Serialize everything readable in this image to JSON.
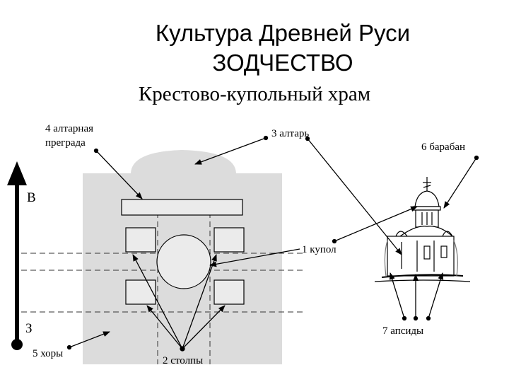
{
  "header": {
    "title": "Культура Древней Руси",
    "subtitle": "ЗОДЧЕСТВО",
    "heading": "Крестово-купольный храм"
  },
  "directions": {
    "east": "В",
    "west": "З"
  },
  "labels": {
    "altar_barrier_line1": "4 алтарная",
    "altar_barrier_line2": "преграда",
    "altar": "3 алтарь",
    "drum": "6 барабан",
    "dome": "1 купол",
    "apses": "7 апсиды",
    "choirs": "5 хоры",
    "pillars": "2 столпы"
  }
}
